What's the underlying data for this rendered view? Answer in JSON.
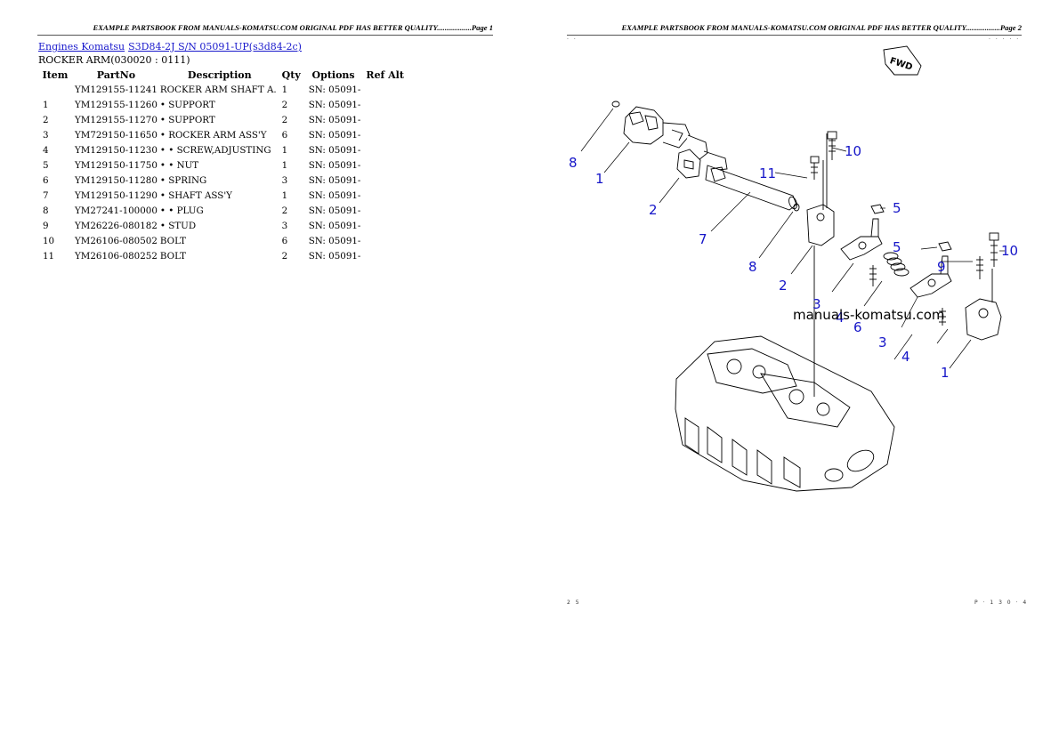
{
  "left_page": {
    "banner": "EXAMPLE PARTSBOOK FROM MANUALS-KOMATSU.COM ORIGINAL PDF HAS BETTER QUALITY..................Page 1",
    "breadcrumb": {
      "link1": "Engines Komatsu",
      "link2": "S3D84-2J S/N 05091-UP(s3d84-2c)"
    },
    "section_title": "ROCKER ARM(030020 : 0111)",
    "table": {
      "headers": [
        "Item",
        "PartNo",
        "Description",
        "Qty",
        "Options",
        "Ref Alt"
      ],
      "rows": [
        {
          "item": "",
          "partno": "YM129155-11241",
          "desc": "ROCKER ARM SHAFT A.",
          "qty": "1",
          "options": "SN: 05091-",
          "ref": ""
        },
        {
          "item": "1",
          "partno": "YM129155-11260",
          "desc": "• SUPPORT",
          "qty": "2",
          "options": "SN: 05091-",
          "ref": ""
        },
        {
          "item": "2",
          "partno": "YM129155-11270",
          "desc": "• SUPPORT",
          "qty": "2",
          "options": "SN: 05091-",
          "ref": ""
        },
        {
          "item": "3",
          "partno": "YM729150-11650",
          "desc": "• ROCKER ARM ASS'Y",
          "qty": "6",
          "options": "SN: 05091-",
          "ref": ""
        },
        {
          "item": "4",
          "partno": "YM129150-11230",
          "desc": "• • SCREW,ADJUSTING",
          "qty": "1",
          "options": "SN: 05091-",
          "ref": ""
        },
        {
          "item": "5",
          "partno": "YM129150-11750",
          "desc": "• • NUT",
          "qty": "1",
          "options": "SN: 05091-",
          "ref": ""
        },
        {
          "item": "6",
          "partno": "YM129150-11280",
          "desc": "• SPRING",
          "qty": "3",
          "options": "SN: 05091-",
          "ref": ""
        },
        {
          "item": "7",
          "partno": "YM129150-11290",
          "desc": "• SHAFT ASS'Y",
          "qty": "1",
          "options": "SN: 05091-",
          "ref": ""
        },
        {
          "item": "8",
          "partno": "YM27241-100000",
          "desc": "• • PLUG",
          "qty": "2",
          "options": "SN: 05091-",
          "ref": ""
        },
        {
          "item": "9",
          "partno": "YM26226-080182",
          "desc": "• STUD",
          "qty": "3",
          "options": "SN: 05091-",
          "ref": ""
        },
        {
          "item": "10",
          "partno": "YM26106-080502",
          "desc": "BOLT",
          "qty": "6",
          "options": "SN: 05091-",
          "ref": ""
        },
        {
          "item": "11",
          "partno": "YM26106-080252",
          "desc": "BOLT",
          "qty": "2",
          "options": "SN: 05091-",
          "ref": ""
        }
      ]
    }
  },
  "right_page": {
    "banner": "EXAMPLE PARTSBOOK FROM MANUALS-KOMATSU.COM ORIGINAL PDF HAS BETTER QUALITY..................Page 2",
    "fwd_label": "FWD",
    "watermark": "manuals-komatsu.com",
    "corner_top_left": "· ·",
    "corner_top_right": "· · · · ·",
    "corner_bottom_left": "2 5",
    "corner_bottom_right": "P · 1 3 0 · 4",
    "callouts": {
      "c1a": "1",
      "c1b": "1",
      "c2a": "2",
      "c2b": "2",
      "c3a": "3",
      "c3b": "3",
      "c4a": "4",
      "c4b": "4",
      "c5a": "5",
      "c5b": "5",
      "c6": "6",
      "c7": "7",
      "c8a": "8",
      "c8b": "8",
      "c9": "9",
      "c10a": "10",
      "c10b": "10",
      "c11": "11"
    }
  }
}
